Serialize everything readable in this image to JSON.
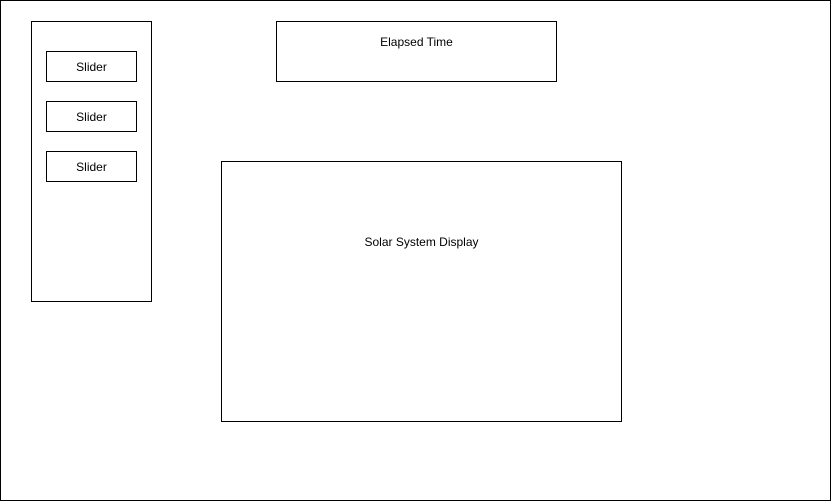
{
  "sidebar": {
    "sliders": [
      {
        "label": "Slider"
      },
      {
        "label": "Slider"
      },
      {
        "label": "Slider"
      }
    ]
  },
  "elapsed_time": {
    "label": "Elapsed Time"
  },
  "solar_system_display": {
    "label": "Solar System Display"
  }
}
